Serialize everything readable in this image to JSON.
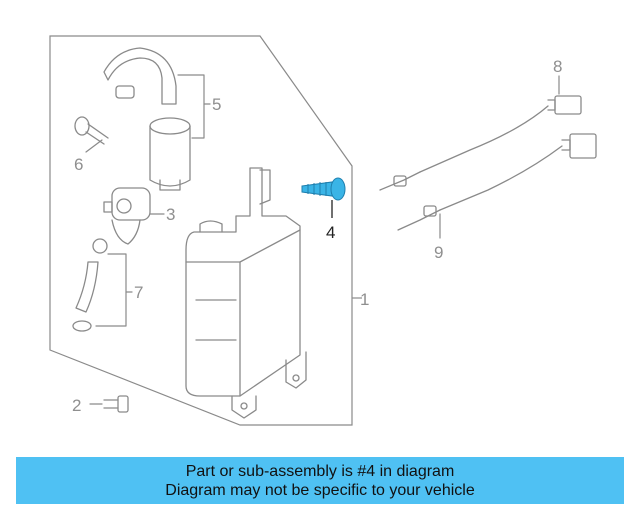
{
  "diagram": {
    "callouts": [
      "1",
      "2",
      "3",
      "4",
      "5",
      "6",
      "7",
      "8",
      "9"
    ],
    "highlight_color": "#3ab4e6",
    "line_color": "#8a8a8a"
  },
  "banner": {
    "line1": "Part or sub-assembly is #4 in diagram",
    "line2": "Diagram may not be specific to your vehicle",
    "background": "#4fc1f3"
  }
}
